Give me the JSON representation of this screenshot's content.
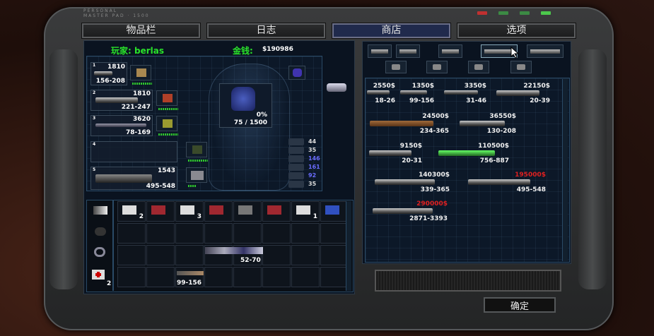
{
  "header": {
    "brand_line1": "PERSONAL",
    "brand_line2": "MASTER PAD · 1500",
    "leds": [
      "#c03030",
      "#3c8a44",
      "#3c8a44",
      "#4cc84c"
    ]
  },
  "tabs": [
    {
      "label": "物品栏"
    },
    {
      "label": "日志"
    },
    {
      "label": "商店",
      "active": true
    },
    {
      "label": "选项"
    }
  ],
  "player": {
    "label": "玩家: berlas",
    "money_label": "金钱:",
    "money": "$190986"
  },
  "weapon_slots": [
    {
      "slot": "1",
      "ammo": "1810",
      "damage": "156-208"
    },
    {
      "slot": "2",
      "ammo": "1810",
      "damage": "221-247"
    },
    {
      "slot": "3",
      "ammo": "3620",
      "damage": "78-169"
    },
    {
      "slot": "4",
      "ammo": "",
      "damage": ""
    },
    {
      "slot": "5",
      "ammo": "1543",
      "damage": "495-548"
    }
  ],
  "armor": {
    "percent": "0%",
    "value": "75 / 1500"
  },
  "stats": [
    {
      "value": "44",
      "color": "#dddddd"
    },
    {
      "value": "35",
      "color": "#dddddd"
    },
    {
      "value": "146",
      "color": "#6a6cff"
    },
    {
      "value": "161",
      "color": "#6a6cff"
    },
    {
      "value": "92",
      "color": "#6a6cff"
    },
    {
      "value": "35",
      "color": "#dddddd"
    }
  ],
  "inventory": {
    "counts": [
      "2",
      "",
      "3",
      "",
      "",
      "",
      "1",
      ""
    ],
    "side_count": "2",
    "weapons": [
      {
        "damage": "52-70"
      },
      {
        "damage": "99-156"
      }
    ]
  },
  "shop": {
    "items": [
      {
        "price": "2550$",
        "damage": "18-26"
      },
      {
        "price": "1350$",
        "damage": "99-156"
      },
      {
        "price": "3350$",
        "damage": "31-46"
      },
      {
        "price": "22150$",
        "damage": "20-39"
      },
      {
        "price": "24500$",
        "damage": "234-365"
      },
      {
        "price": "36550$",
        "damage": "130-208"
      },
      {
        "price": "9150$",
        "damage": "20-31"
      },
      {
        "price": "110500$",
        "damage": "756-887"
      },
      {
        "price": "140300$",
        "damage": "339-365"
      },
      {
        "price": "195000$",
        "damage": "495-548",
        "unaffordable": true
      },
      {
        "price": "290000$",
        "damage": "2871-3393",
        "unaffordable": true
      }
    ]
  },
  "confirm_label": "确定"
}
